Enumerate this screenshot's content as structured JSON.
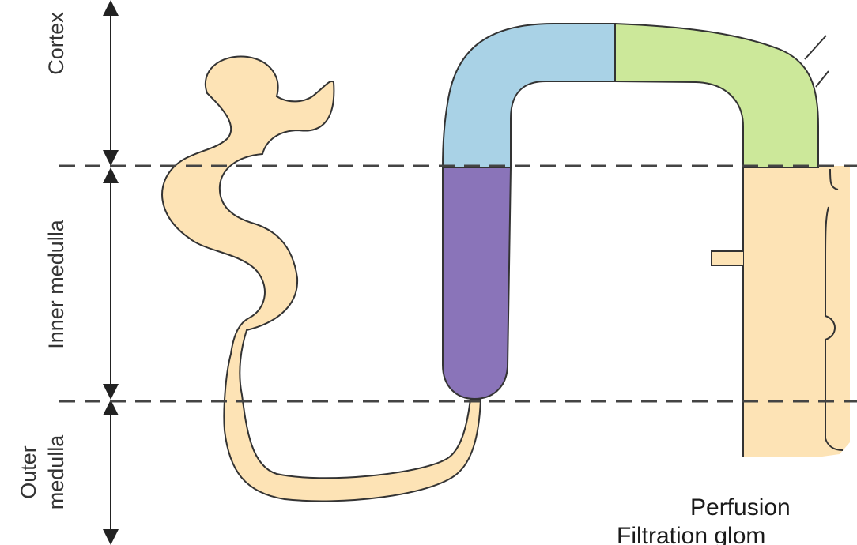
{
  "zones": {
    "cortex": "Cortex",
    "inner_medulla": "Inner medulla",
    "outer_medulla_line1": "Outer",
    "outer_medulla_line2": "medulla"
  },
  "captions": {
    "line1": "Perfusion",
    "line2": "Filtration glom"
  },
  "colors": {
    "tubule": "#fde3b5",
    "outline": "#333333",
    "segment_blue": "#a9d2e6",
    "segment_green": "#cce89a",
    "segment_purple": "#8a74b9",
    "dashes": "#444444"
  }
}
